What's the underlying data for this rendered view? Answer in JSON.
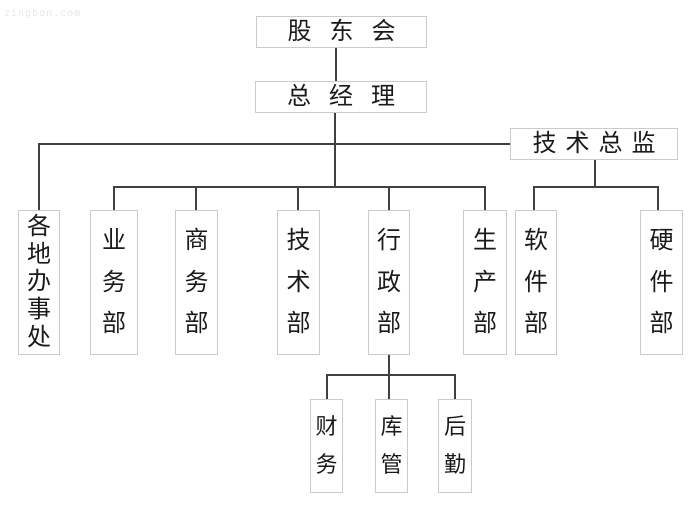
{
  "watermark": "zingbon.com",
  "colors": {
    "background": "#ffffff",
    "box_border": "#cbcbcb",
    "connector_line": "#404040",
    "text": "#1a1a1a",
    "watermark_text": "#e9e7e7"
  },
  "nodes": {
    "shareholders_meeting": {
      "label": "股东会"
    },
    "general_manager": {
      "label": "总经理"
    },
    "technical_director": {
      "label": "技术总监"
    },
    "regional_offices": {
      "label": "各地办事处"
    },
    "business_dept": {
      "label": "业务部"
    },
    "commerce_dept": {
      "label": "商务部"
    },
    "technology_dept": {
      "label": "技术部"
    },
    "administration_dept": {
      "label": "行政部"
    },
    "production_dept": {
      "label": "生产部"
    },
    "software_dept": {
      "label": "软件部"
    },
    "hardware_dept": {
      "label": "硬件部"
    },
    "finance": {
      "label": "财务"
    },
    "warehouse": {
      "label": "库管"
    },
    "logistics": {
      "label": "后勤"
    }
  },
  "hierarchy": {
    "股东会": [
      "总经理"
    ],
    "总经理": [
      "各地办事处",
      "业务部",
      "商务部",
      "技术部",
      "行政部",
      "生产部",
      "技术总监"
    ],
    "技术总监": [
      "软件部",
      "硬件部"
    ],
    "行政部": [
      "财务",
      "库管",
      "后勤"
    ]
  }
}
